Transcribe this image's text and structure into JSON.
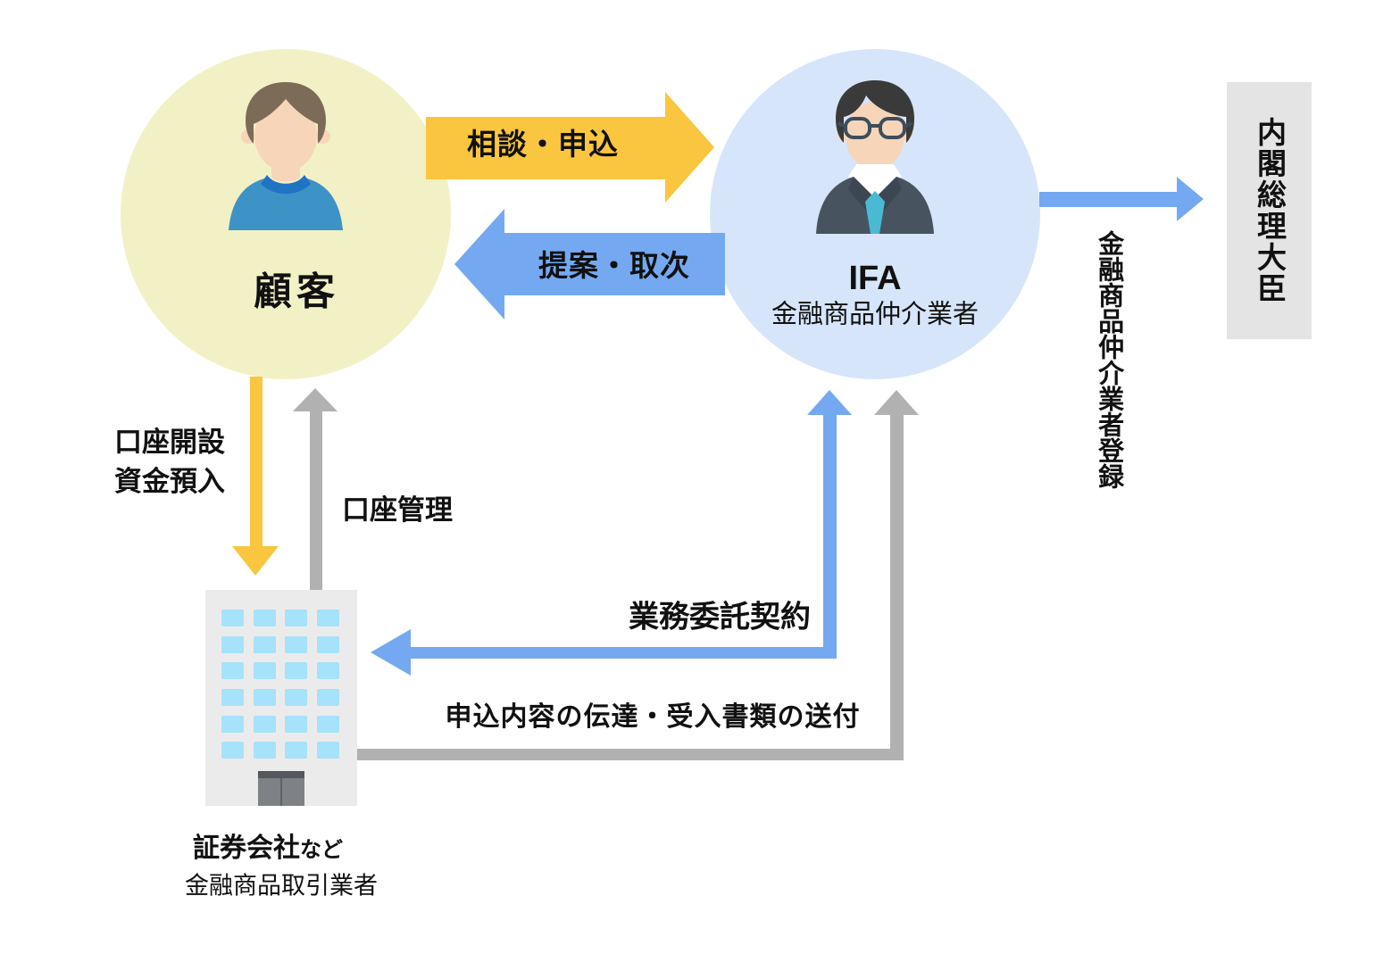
{
  "diagram": {
    "customer": {
      "label": "顧客",
      "icon": "customer-person-icon"
    },
    "ifa": {
      "label": "IFA",
      "sublabel": "金融商品仲介業者",
      "icon": "businessman-glasses-icon"
    },
    "minister": {
      "label": "内閣総理大臣"
    },
    "securities": {
      "label": "証券会社",
      "label_suffix": "など",
      "sublabel": "金融商品取引業者",
      "icon": "office-building-icon"
    },
    "arrows": {
      "consult": {
        "label": "相談・申込",
        "from": "customer",
        "to": "ifa",
        "color": "#FAC53F"
      },
      "propose": {
        "label": "提案・取次",
        "from": "ifa",
        "to": "customer",
        "color": "#74A9F1"
      },
      "registration": {
        "label": "金融商品仲介業者登録",
        "from": "ifa",
        "to": "minister",
        "color": "#74A9F1"
      },
      "account_open": {
        "label_line1": "口座開設",
        "label_line2": "資金預入",
        "from": "customer",
        "to": "securities",
        "color": "#FAC53F"
      },
      "account_manage": {
        "label": "口座管理",
        "from": "securities",
        "to": "customer",
        "color": "#B1B1B1"
      },
      "consignment": {
        "label": "業務委託契約",
        "from": "ifa",
        "to": "securities",
        "double_headed": true,
        "color": "#74A9F1"
      },
      "transmission": {
        "label": "申込内容の伝達・受入書類の送付",
        "from": "securities",
        "to": "ifa",
        "color": "#B1B1B1"
      }
    },
    "colors": {
      "customer_circle": "#F2F1C5",
      "ifa_circle": "#D6E5FA",
      "minister_box": "#E4E4E4",
      "arrow_orange": "#FAC53F",
      "arrow_blue": "#74A9F1",
      "arrow_gray": "#B1B1B1",
      "building_body": "#EBEBEB",
      "building_window": "#A6E2FA",
      "text": "#111111"
    }
  }
}
